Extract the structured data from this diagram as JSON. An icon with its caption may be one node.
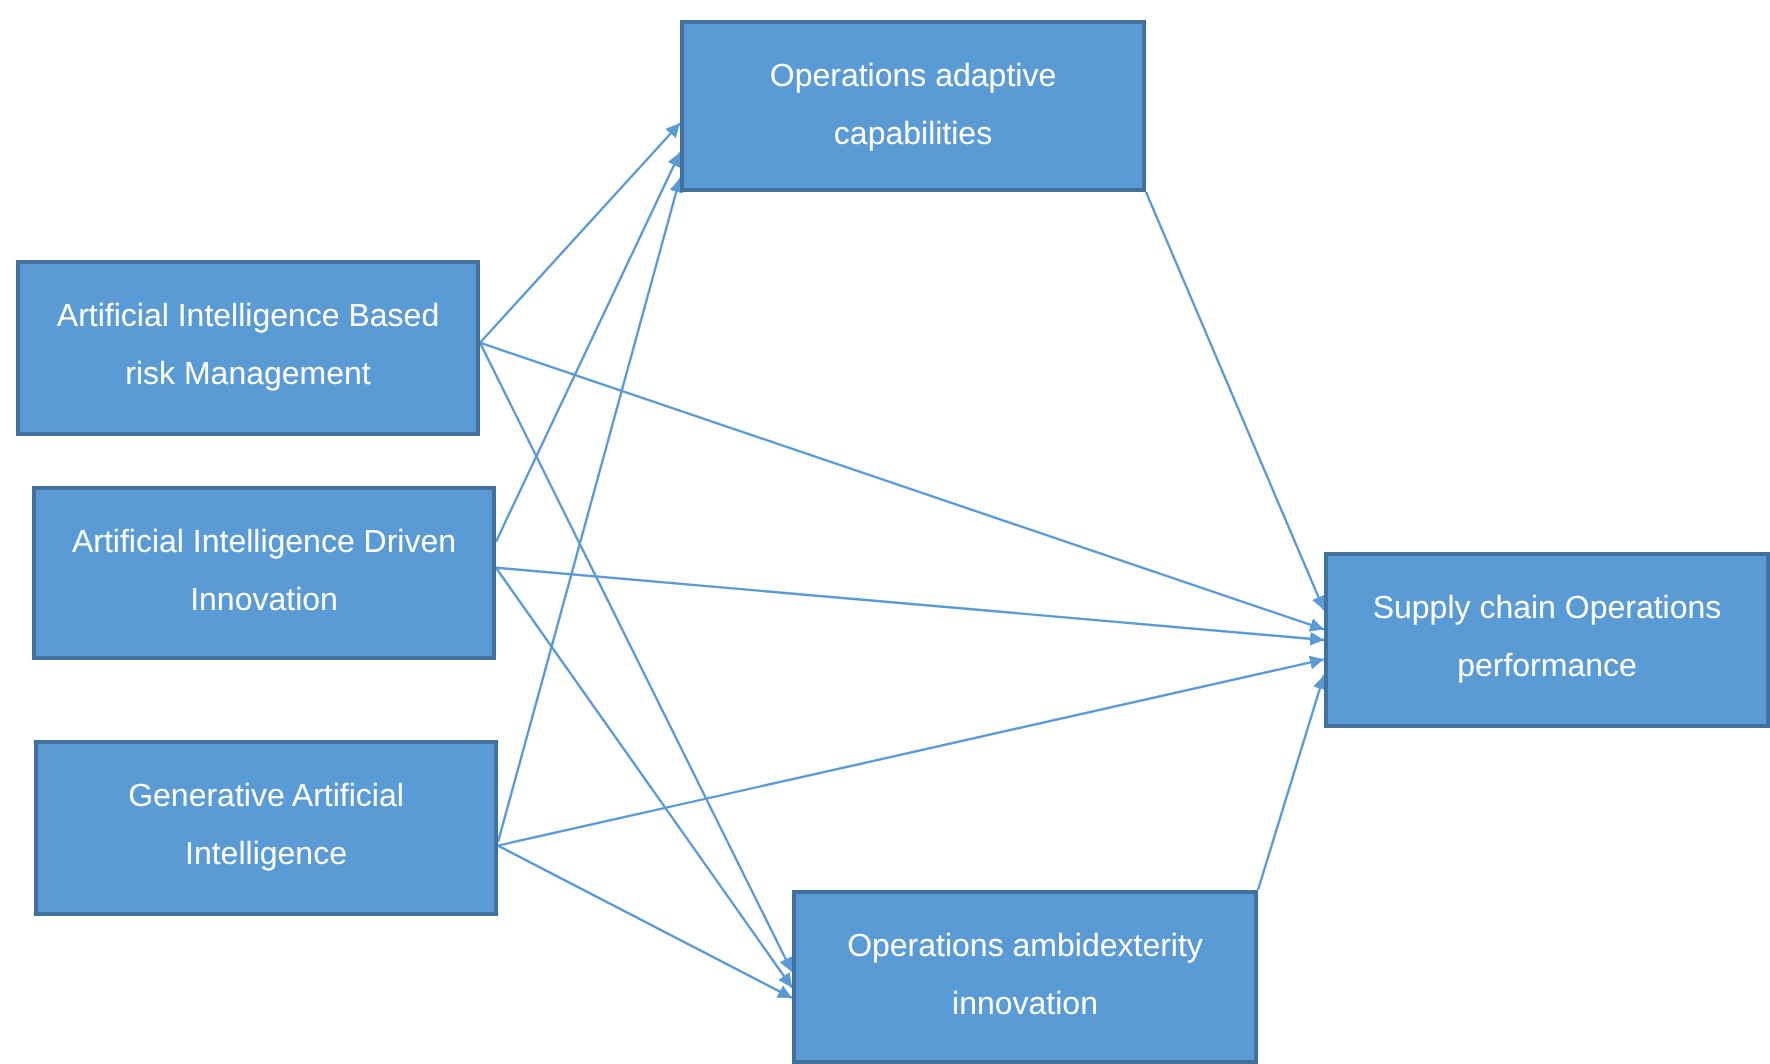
{
  "diagram": {
    "nodes": [
      {
        "text": [
          "Artificial Intelligence Based risk Management"
        ]
      },
      {
        "text": [
          "Artificial Intelligence Driven Innovation"
        ]
      },
      {
        "text": [
          "Generative Artificial Intelligence"
        ]
      },
      {
        "text": [
          "Operations adaptive capabilities"
        ]
      },
      {
        "text": [
          "Operations ambidexterity innovation"
        ]
      },
      {
        "text": [
          "Supply chain Operations performance"
        ]
      }
    ],
    "edges": [
      {
        "from": 0,
        "to": 3,
        "arrow": "to"
      },
      {
        "from": 1,
        "to": 3,
        "arrow": "to"
      },
      {
        "from": 2,
        "to": 3,
        "arrow": "to"
      },
      {
        "from": 0,
        "to": 5,
        "arrow": "to"
      },
      {
        "from": 1,
        "to": 5,
        "arrow": "to"
      },
      {
        "from": 2,
        "to": 5,
        "arrow": "to"
      },
      {
        "from": 0,
        "to": 4,
        "arrow": "to"
      },
      {
        "from": 1,
        "to": 4,
        "arrow": "to"
      },
      {
        "from": 2,
        "to": 4,
        "arrow": "to"
      },
      {
        "from": 3,
        "to": 5,
        "arrow": "to"
      },
      {
        "from": 4,
        "to": 5,
        "arrow": "to"
      }
    ]
  }
}
